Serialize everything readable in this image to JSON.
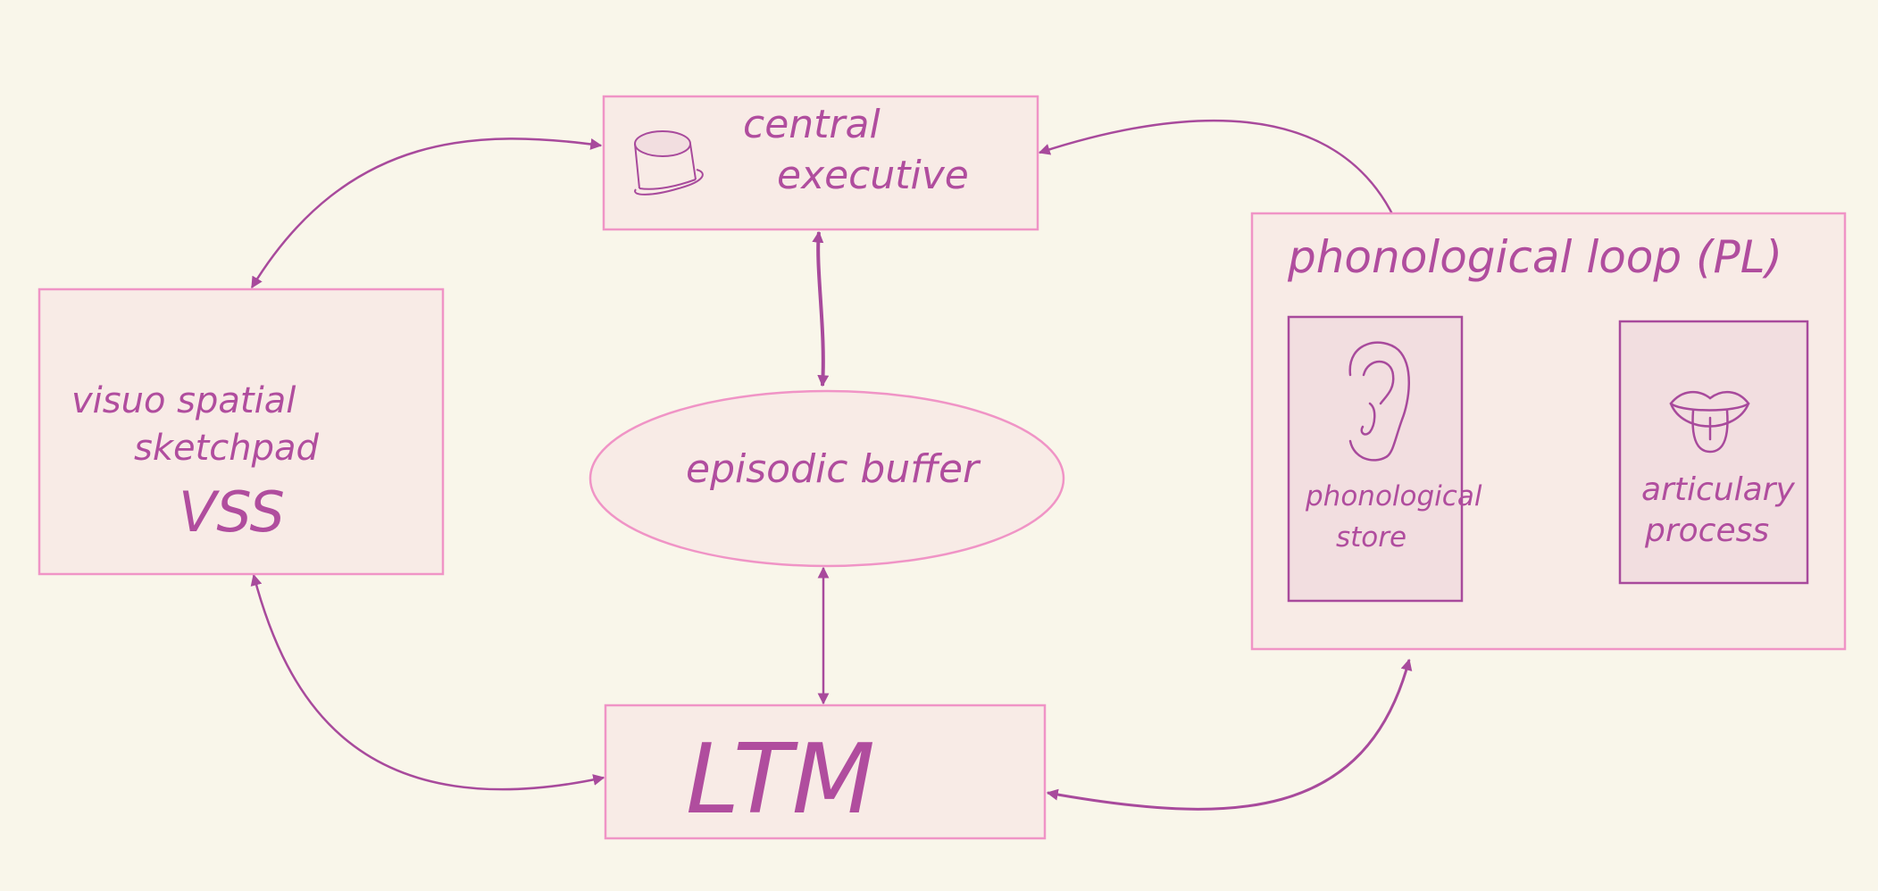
{
  "colors": {
    "background": "#f9f6ea",
    "box_fill": "#f8ebe6",
    "box_stroke": "#f094c6",
    "inner_fill": "#f2dee0",
    "inner_stroke": "#a84a9c",
    "ink": "#b04d9e"
  },
  "nodes": {
    "central_executive": {
      "line1": "central",
      "line2": "executive",
      "icon": "top-hat-icon"
    },
    "vss": {
      "line1": "visuo spatial",
      "line2": "sketchpad",
      "line3": "VSS"
    },
    "episodic_buffer": {
      "label": "episodic buffer"
    },
    "ltm": {
      "label": "LTM"
    },
    "phonological_loop": {
      "title": "phonological loop (PL)",
      "store": {
        "line1": "phonological",
        "line2": "store",
        "icon": "ear-icon"
      },
      "articulatory": {
        "line1": "articulary",
        "line2": "process",
        "icon": "mouth-tongue-icon"
      }
    }
  }
}
